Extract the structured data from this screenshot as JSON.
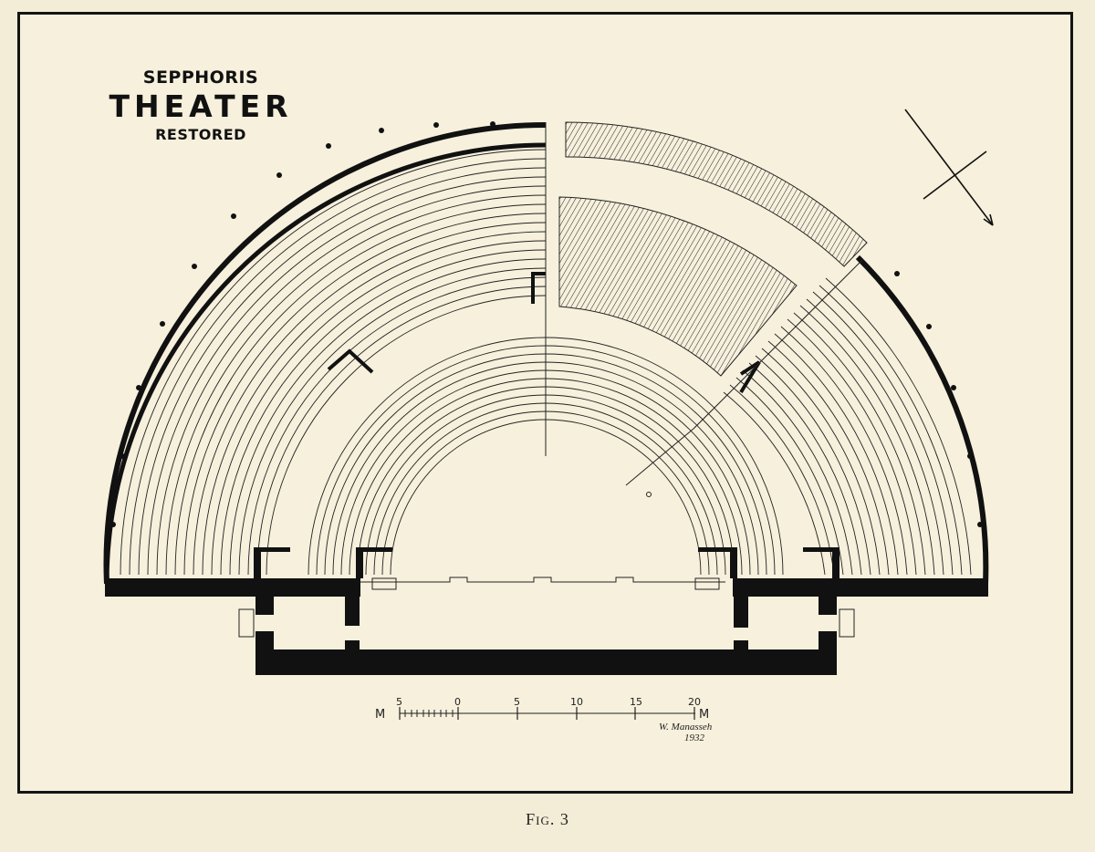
{
  "title": {
    "line1": "SEPPHORIS",
    "line2": "THEATER",
    "line3": "RESTORED"
  },
  "caption": "Fig. 3",
  "scale_bar": {
    "unit_left": "M",
    "unit_right": "M",
    "ticks": [
      "5",
      "0",
      "5",
      "10",
      "15",
      "20"
    ]
  },
  "signature": {
    "name": "W. Manasseh",
    "year": "1932"
  },
  "north_arrow": {
    "icon": "north-arrow-icon",
    "direction": "southeast"
  },
  "colors": {
    "paper": "#f3ecd6",
    "ink": "#111111"
  }
}
